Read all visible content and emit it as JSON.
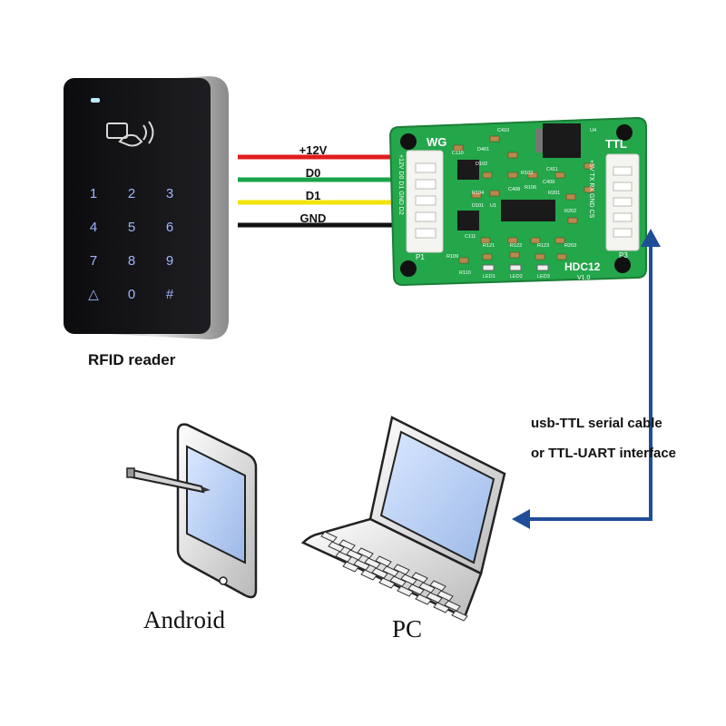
{
  "reader": {
    "caption": "RFID reader",
    "keys": [
      "1",
      "2",
      "3",
      "4",
      "5",
      "6",
      "7",
      "8",
      "9",
      "△",
      "0",
      "#"
    ]
  },
  "wires": [
    {
      "label": "+12V",
      "color": "#e11c1c"
    },
    {
      "label": "D0",
      "color": "#1aa34a"
    },
    {
      "label": "D1",
      "color": "#f2e40a"
    },
    {
      "label": "GND",
      "color": "#111111"
    }
  ],
  "board": {
    "name": "HDC12",
    "version": "V1.0",
    "wg_label": "WG",
    "ttl_label": "TTL",
    "p1_label": "P1",
    "p3_label": "P3",
    "p1_pins": "+12V D0 D1 GND D2",
    "p3_pins": "+5V TX RX GND CS",
    "chip_labels": [
      "C410",
      "U4",
      "D401",
      "C110",
      "D102",
      "R103",
      "R104",
      "R106",
      "D101",
      "C408",
      "C411",
      "C409",
      "R201",
      "R202",
      "R203",
      "U1",
      "C111",
      "R121",
      "R122",
      "R123",
      "R109",
      "R110",
      "LED1",
      "LED2",
      "LED3"
    ],
    "color": "#22a14a"
  },
  "link": {
    "line1": "usb-TTL serial cable",
    "line2": "or  TTL-UART interface",
    "color": "#1f4e97"
  },
  "tablet": {
    "label": "Android",
    "icon": "tablet-with-stylus-icon"
  },
  "laptop": {
    "label": "PC",
    "icon": "laptop-icon"
  }
}
